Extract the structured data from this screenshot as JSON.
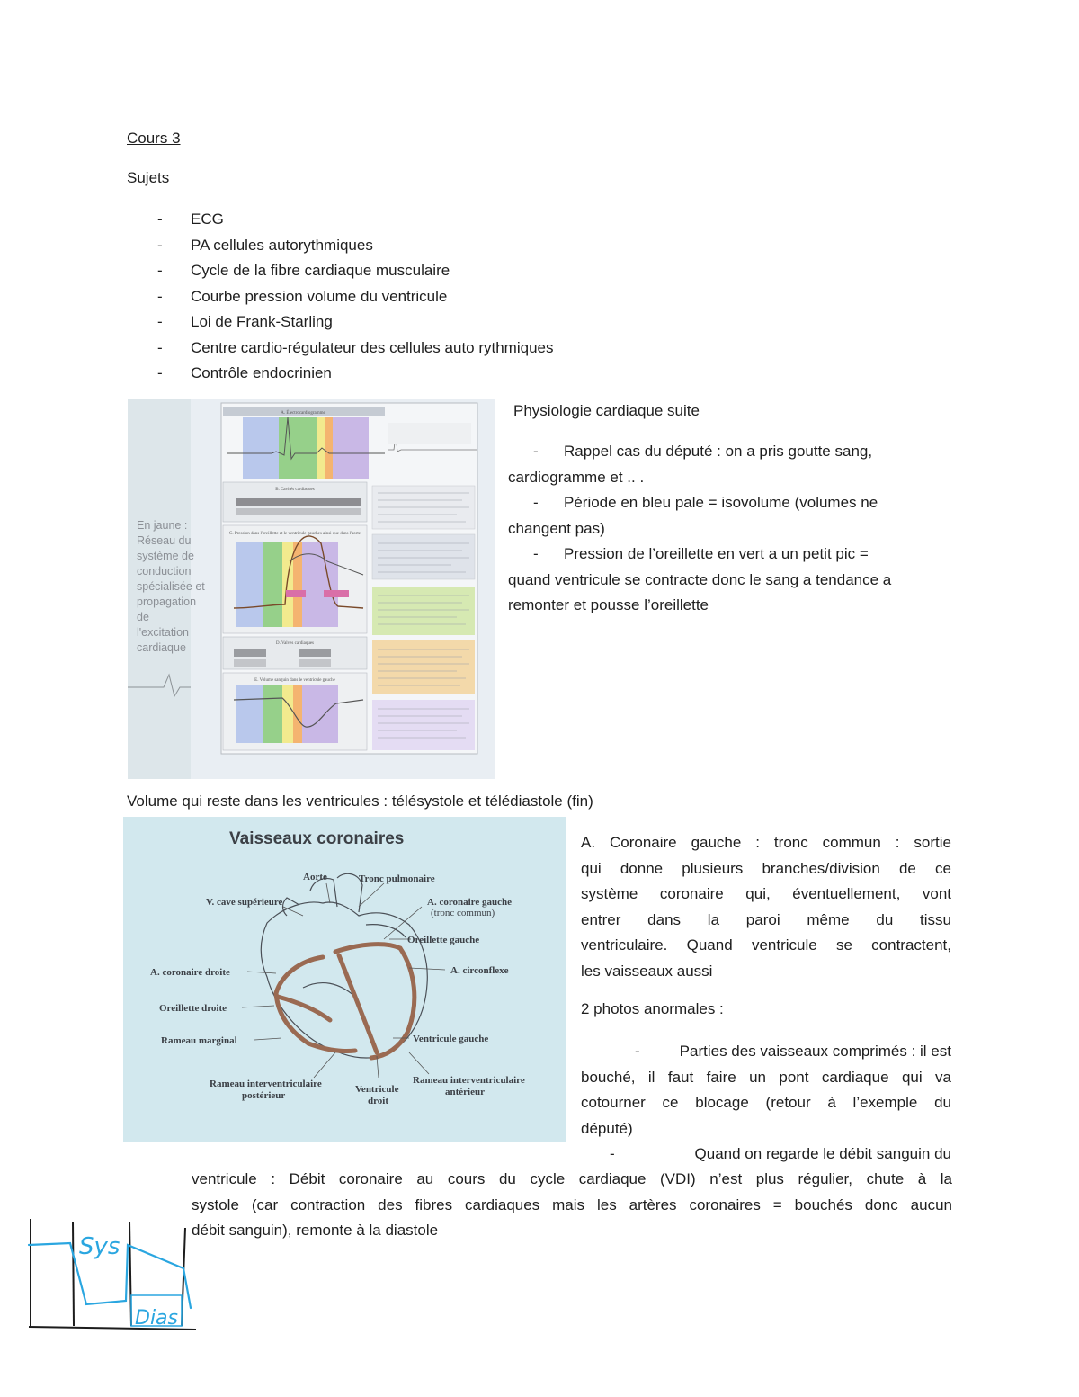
{
  "doc": {
    "heading": "Cours 3",
    "subheading": "Sujets",
    "subjects": [
      "ECG",
      "PA cellules autorythmiques",
      "Cycle de la fibre cardiaque musculaire",
      "Courbe pression volume du ventricule",
      "Loi de Frank-Starling",
      "Centre cardio-régulateur des cellules auto rythmiques",
      "Contrôle endocrinien"
    ]
  },
  "slide1": {
    "caption_lines": [
      "En jaune :",
      "Réseau du",
      "système de",
      "conduction",
      "spécialisée et",
      "propagation",
      "de",
      "l'excitation",
      "cardiaque"
    ],
    "panel_a": "A. Électrocardiogramme",
    "panel_b": "B. Cavités cardiaques",
    "panel_c": "C. Pression dans l'oreillette et le ventricule gauches ainsi que dans l'aorte",
    "panel_d": "D. Valves cardiaques",
    "panel_e": "E. Volume sanguin dans le ventricule gauche",
    "colors": {
      "blue": "#b9c8ec",
      "green": "#96d08a",
      "yellow": "#f2ea8e",
      "orange": "#f4b470",
      "purple": "#c9b8e6",
      "bg": "#eef2f6"
    }
  },
  "notes1": {
    "title": "Physiologie cardiaque suite",
    "b1_l1": "Rappel cas du député : on a pris goutte sang,",
    "b1_l2": "cardiogramme et .. .",
    "b2_l1": "Période en bleu pale = isovolume (volumes ne",
    "b2_l2": "changent pas)",
    "b3_l1": "Pression de l’oreillette en vert a un petit pic =",
    "b3_l2": "quand ventricule se contracte donc le sang a tendance a",
    "b3_l3": "remonter et pousse l’oreillette"
  },
  "volume_line": "Volume qui reste dans les ventricules : télésystole et télédiastole (fin)",
  "slide2": {
    "title": "Vaisseaux coronaires",
    "labels": {
      "aorte": "Aorte",
      "tronc_pulmonaire": "Tronc pulmonaire",
      "vcs": "V. cave supérieure",
      "acg1": "A. coronaire gauche",
      "acg2": "(tronc commun)",
      "og": "Oreillette gauche",
      "acd": "A. coronaire droite",
      "circ": "A. circonflexe",
      "od": "Oreillette droite",
      "rm": "Rameau marginal",
      "vg": "Ventricule gauche",
      "riv_post1": "Rameau interventriculaire",
      "riv_post2": "postérieur",
      "vd1": "Ventricule",
      "vd2": "droit",
      "riv_ant1": "Rameau interventriculaire",
      "riv_ant2": "antérieur"
    }
  },
  "notes2": {
    "a_l1": "A. Coronaire gauche : tronc commun : sortie",
    "a_l2": "qui donne plusieurs branches/division de ce",
    "a_l3": "système coronaire qui, éventuellement, vont",
    "a_l4": "entrer dans la paroi même du tissu",
    "a_l5": "ventriculaire. Quand ventricule se contractent,",
    "a_l6": "les vaisseaux aussi",
    "photos": "2 photos anormales :",
    "p1_l1": "Parties des vaisseaux comprimés : il est",
    "p1_l2": "bouché, il faut faire un pont cardiaque qui va",
    "p1_l3": "cotourner ce blocage (retour à l’exemple du",
    "p1_l4": "député)",
    "p2_l1": "Quand on regarde le débit sanguin du",
    "p2_l2": "ventricule : Débit coronaire au cours du cycle cardiaque (VDI) n’est plus régulier, chute à la",
    "p2_l3": "systole (car contraction des fibres cardiaques mais les artères coronaires = bouchés donc aucun",
    "p2_l4": "débit sanguin), remonte à la diastole"
  },
  "sketch": {
    "sys": "Sys",
    "dias": "Dias",
    "ink": "#2aa6e0"
  }
}
